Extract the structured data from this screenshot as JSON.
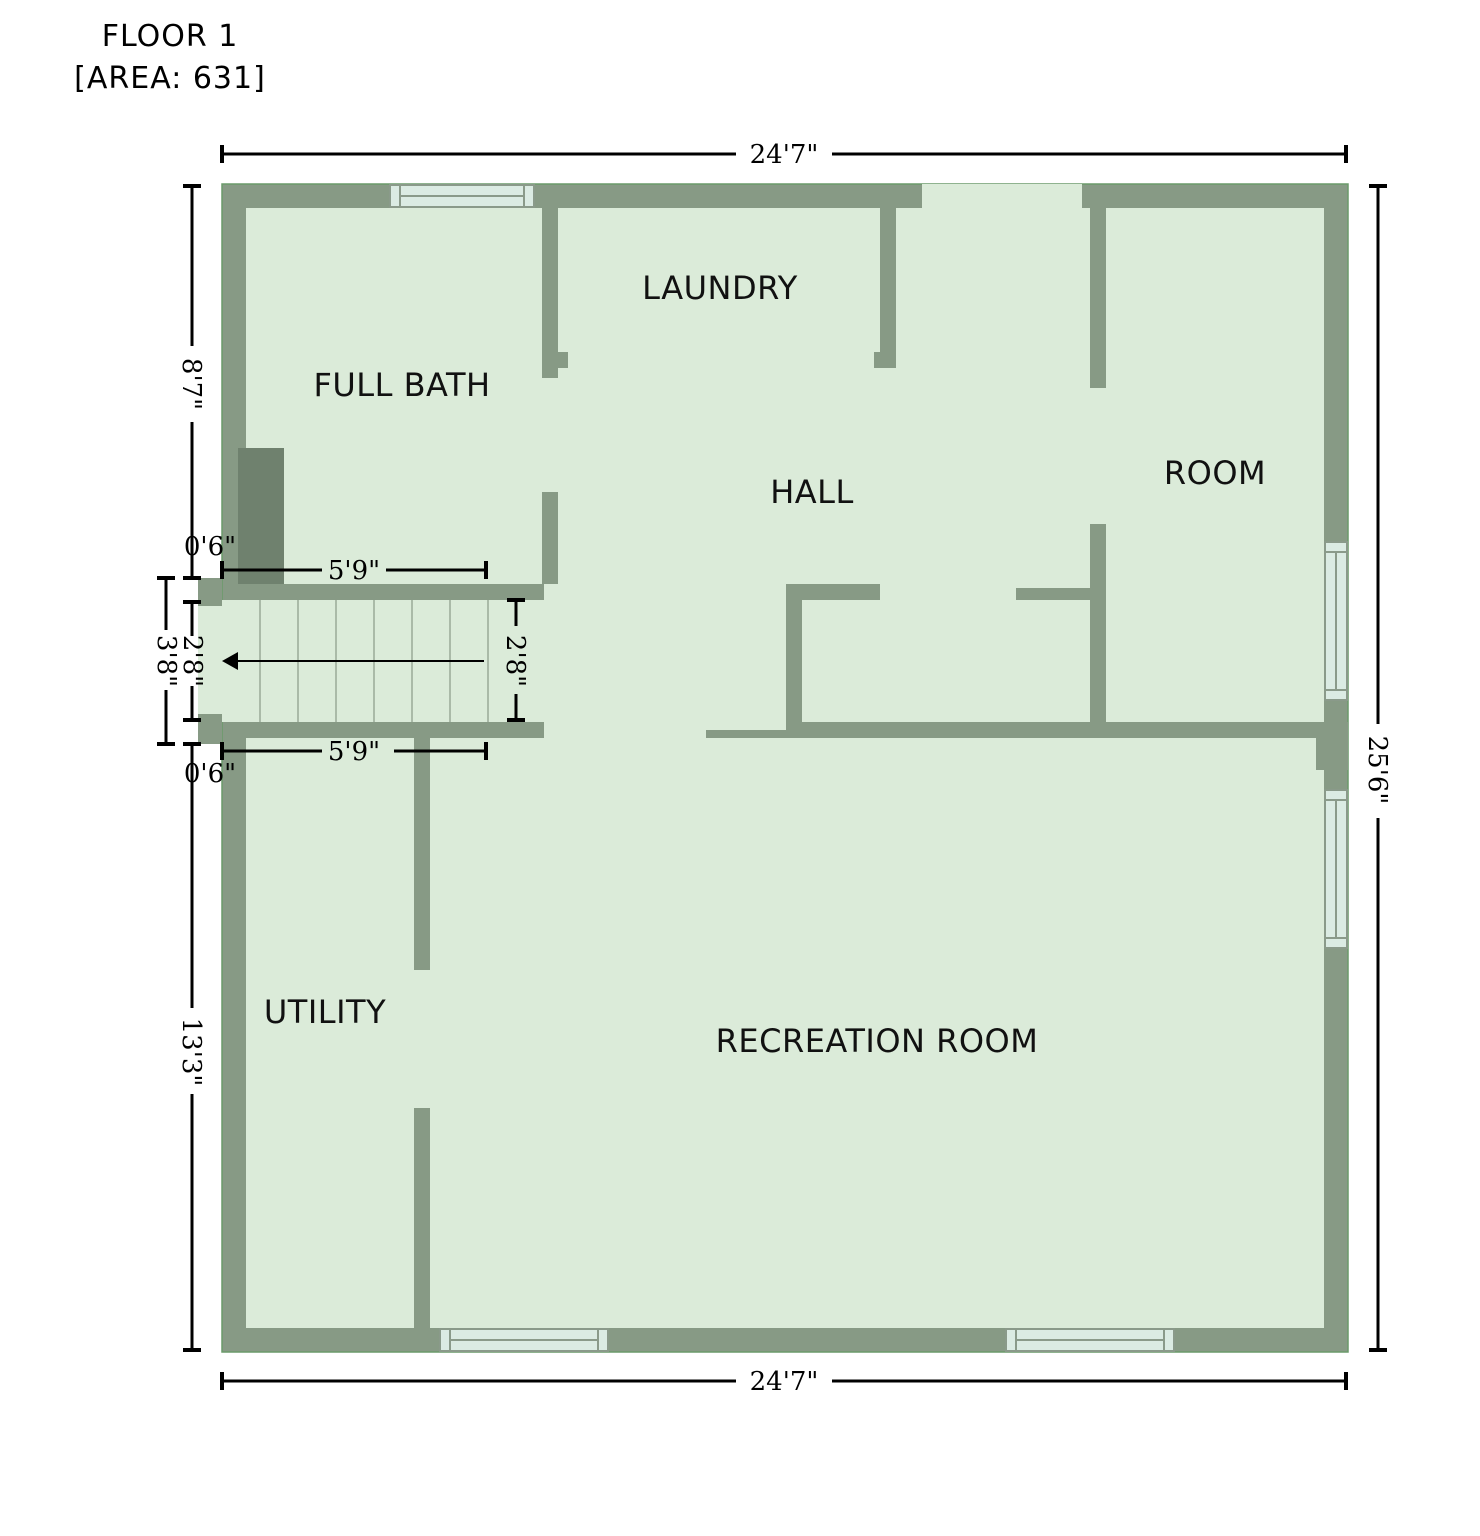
{
  "header": {
    "floor": "FLOOR 1",
    "area": "[AREA: 631]"
  },
  "rooms": {
    "full_bath": "FULL BATH",
    "laundry": "LAUNDRY",
    "hall": "HALL",
    "room": "ROOM",
    "utility": "UTILITY",
    "recreation_room": "RECREATION ROOM"
  },
  "dimensions": {
    "top_width": "24'7\"",
    "bottom_width": "24'7\"",
    "right_height": "25'6\"",
    "left_upper": "8'7\"",
    "left_lower": "13'3\"",
    "stair_upper_offset": "0'6\"",
    "stair_lower_offset": "0'6\"",
    "stair_top_length": "5'9\"",
    "stair_bottom_length": "5'9\"",
    "stair_width_inner": "2'8\"",
    "stair_width_outer": "3'8\"",
    "stair_width_right": "2'8\""
  },
  "colors": {
    "wall": "#879a85",
    "floor": "#dbebd9",
    "outline": "#6a9a6a"
  }
}
